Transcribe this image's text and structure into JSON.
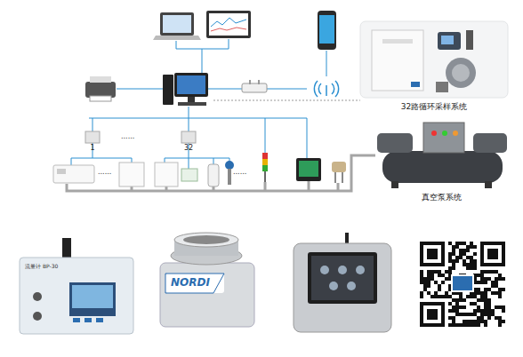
{
  "diagram": {
    "nodes": [
      {
        "text": [
          "32路循环采样系统"
        ]
      },
      {
        "text": [
          "1"
        ]
      },
      {
        "text": [
          "32"
        ]
      },
      {
        "text": [
          "真空泵系统"
        ]
      }
    ],
    "labels": [
      "......",
      "......",
      "......",
      "流量计 BP-30",
      "NORDI"
    ]
  }
}
